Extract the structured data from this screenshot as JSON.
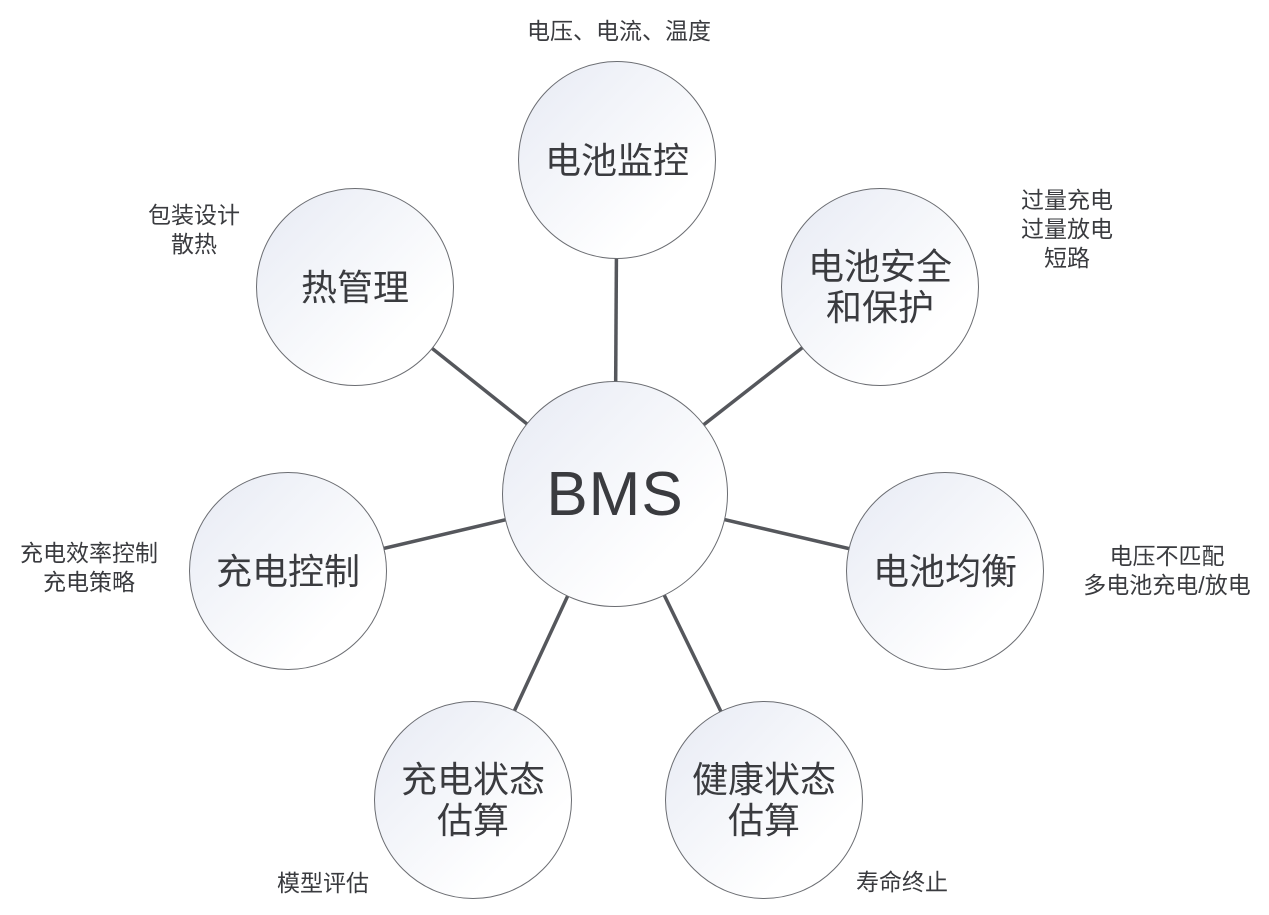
{
  "diagram": {
    "center": {
      "label": "BMS"
    },
    "nodes": [
      {
        "name": "battery-monitoring",
        "lines": [
          "电池监控"
        ],
        "annotation": [
          "电压、电流、温度"
        ]
      },
      {
        "name": "battery-safety-protection",
        "lines": [
          "电池安全",
          "和保护"
        ],
        "annotation": [
          "过量充电",
          "过量放电",
          "短路"
        ]
      },
      {
        "name": "battery-balancing",
        "lines": [
          "电池均衡"
        ],
        "annotation": [
          "电压不匹配",
          "多电池充电/放电"
        ]
      },
      {
        "name": "health-state-estimation",
        "lines": [
          "健康状态",
          "估算"
        ],
        "annotation": [
          "寿命终止"
        ]
      },
      {
        "name": "charge-state-estimation",
        "lines": [
          "充电状态",
          "估算"
        ],
        "annotation": [
          "模型评估"
        ]
      },
      {
        "name": "charge-control",
        "lines": [
          "充电控制"
        ],
        "annotation": [
          "充电效率控制",
          "充电策略"
        ]
      },
      {
        "name": "thermal-management",
        "lines": [
          "热管理"
        ],
        "annotation": [
          "包装设计",
          "散热"
        ]
      }
    ],
    "colors": {
      "background": "#ffffff",
      "node_border": "#6b6d72",
      "connector": "#55575c",
      "text": "#3a3b3f",
      "node_gradient_start": "#e7eaf4",
      "node_gradient_end": "#ffffff"
    }
  }
}
